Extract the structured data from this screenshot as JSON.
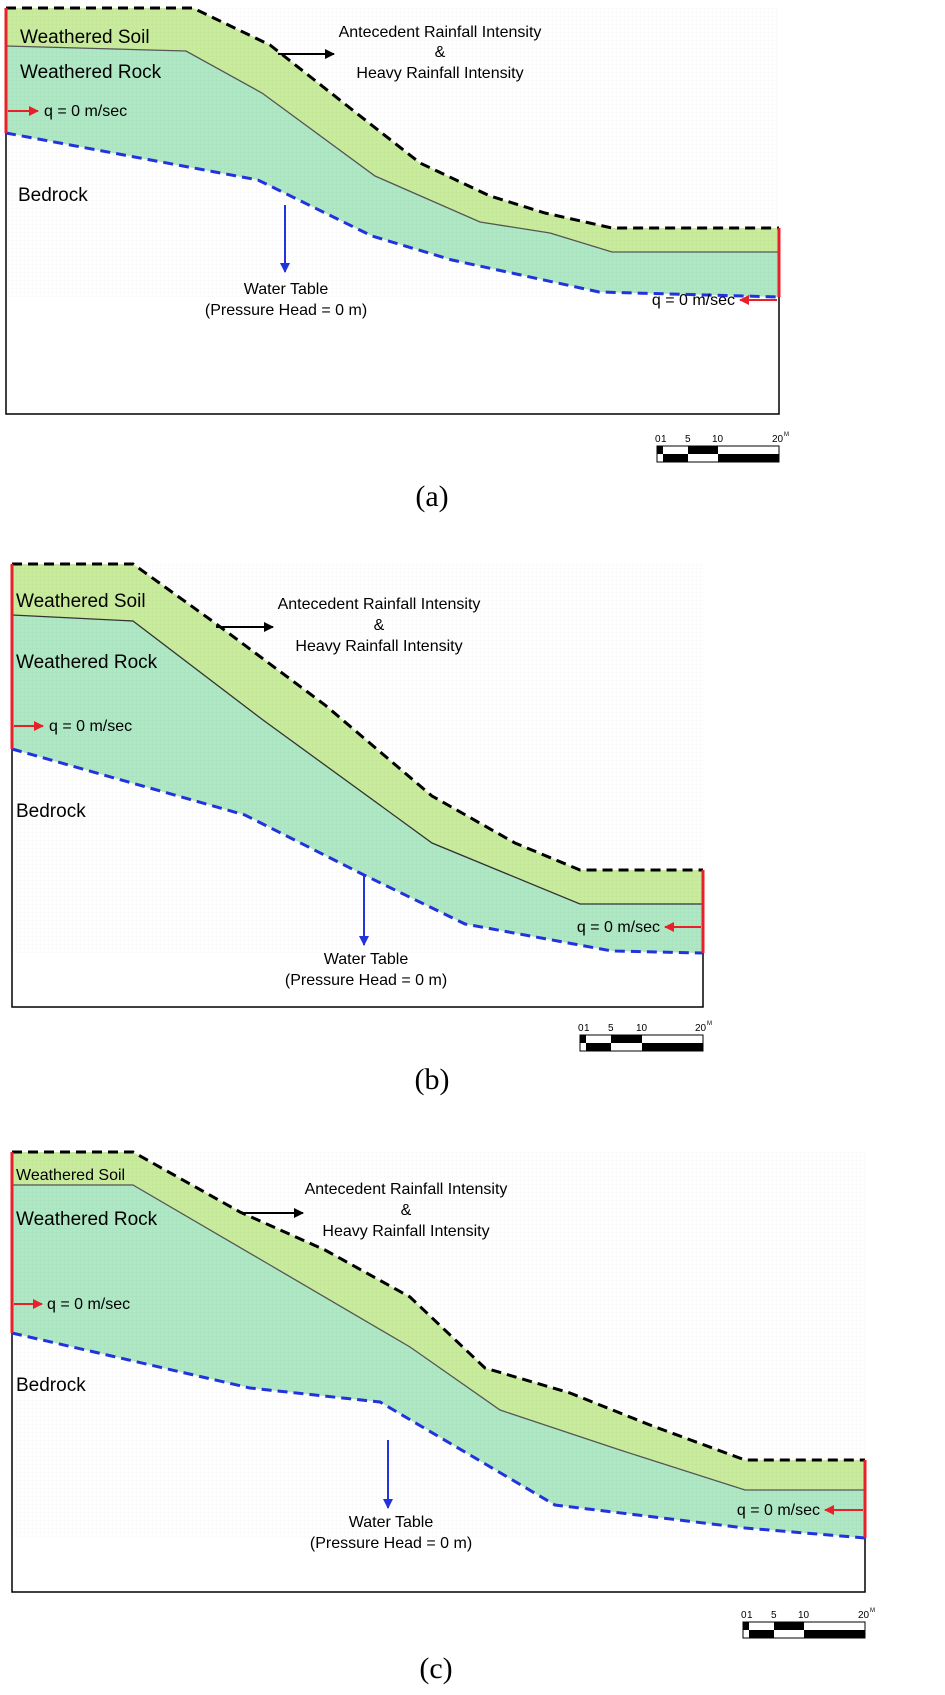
{
  "colors": {
    "weathered_soil": "#c9ec9c",
    "weathered_rock": "#aee8c4",
    "boundary_flux": "#e8202a",
    "water_table": "#2233dd",
    "rainfall_boundary": "#000000"
  },
  "panels": [
    {
      "caption": "(a)",
      "weathered_soil": "Weathered Soil",
      "weathered_rock": "Weathered Rock",
      "bedrock": "Bedrock",
      "rainfall_line1": "Antecedent Rainfall Intensity",
      "rainfall_line2": "&",
      "rainfall_line3": "Heavy Rainfall Intensity",
      "flux_left": "q = 0 m/sec",
      "flux_right": "q = 0 m/sec",
      "water_table_line1": "Water Table",
      "water_table_line2": "(Pressure Head = 0 m)",
      "scale": {
        "ticks": [
          "0",
          "1",
          "5",
          "10",
          "20"
        ],
        "unit": "M"
      }
    },
    {
      "caption": "(b)",
      "weathered_soil": "Weathered Soil",
      "weathered_rock": "Weathered Rock",
      "bedrock": "Bedrock",
      "rainfall_line1": "Antecedent Rainfall Intensity",
      "rainfall_line2": "&",
      "rainfall_line3": "Heavy Rainfall Intensity",
      "flux_left": "q = 0 m/sec",
      "flux_right": "q = 0 m/sec",
      "water_table_line1": "Water Table",
      "water_table_line2": "(Pressure Head = 0 m)",
      "scale": {
        "ticks": [
          "0",
          "1",
          "5",
          "10",
          "20"
        ],
        "unit": "M"
      }
    },
    {
      "caption": "(c)",
      "weathered_soil": "Weathered Soil",
      "weathered_rock": "Weathered Rock",
      "bedrock": "Bedrock",
      "rainfall_line1": "Antecedent Rainfall Intensity",
      "rainfall_line2": "&",
      "rainfall_line3": "Heavy Rainfall Intensity",
      "flux_left": "q = 0 m/sec",
      "flux_right": "q = 0 m/sec",
      "water_table_line1": "Water Table",
      "water_table_line2": "(Pressure Head = 0 m)",
      "scale": {
        "ticks": [
          "0",
          "1",
          "5",
          "10",
          "20"
        ],
        "unit": "M"
      }
    }
  ]
}
